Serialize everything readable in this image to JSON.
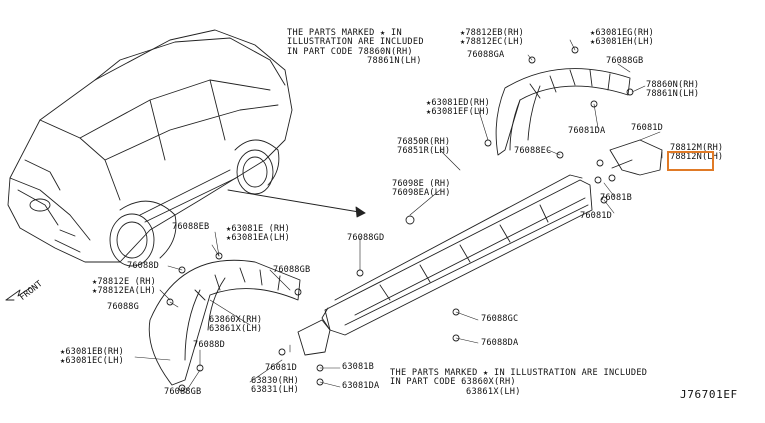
{
  "diagram": {
    "id_code": "J76701EF",
    "highlight_color": "#e07a26",
    "front_label": "FRONT",
    "notes": {
      "top": [
        "THE PARTS MARKED ★ IN",
        "ILLUSTRATION ARE INCLUDED",
        "IN PART CODE 78860N(RH)",
        "78861N(LH)"
      ],
      "bottom": [
        "THE PARTS MARKED ★ IN ILLUSTRATION ARE INCLUDED",
        "IN PART CODE 63860X(RH)",
        "63861X(LH)"
      ]
    },
    "labels": {
      "l78812EB": [
        "★78812EB(RH)",
        "★78812EC(LH)"
      ],
      "l63081EG": [
        "★63081EG(RH)",
        "★63081EH(LH)"
      ],
      "l76088GA": "76088GA",
      "l76088GB_top": "76088GB",
      "l78860N": [
        "78860N(RH)",
        "78861N(LH)"
      ],
      "l63081ED": [
        "★63081ED(RH)",
        "★63081EF(LH)"
      ],
      "l76081DA": "76081DA",
      "l76081D_top": "76081D",
      "l76850R": [
        "76850R(RH)",
        "76851R(LH)"
      ],
      "l76088EC": "76088EC",
      "l78812M": [
        "78812M(RH)",
        "78812N(LH)"
      ],
      "l76098E": [
        "76098E (RH)",
        "76098EA(LH)"
      ],
      "l76081B_right": "76081B",
      "l76081D_right": "76081D",
      "l76088EB": "76088EB",
      "l63081E": [
        "★63081E (RH)",
        "★63081EA(LH)"
      ],
      "l76088GD": "76088GD",
      "l76088D_left": "76088D",
      "l76088GB_mid": "76088GB",
      "l78812E": [
        "★78812E (RH)",
        "★78812EA(LH)"
      ],
      "l76088G": "76088G",
      "l63860X": [
        "63860X(RH)",
        "63861X(LH)"
      ],
      "l76088GC": "76088GC",
      "l76088DA": "76088DA",
      "l63081EB": [
        "★63081EB(RH)",
        "★63081EC(LH)"
      ],
      "l76088D_low": "76088D",
      "l76081D_low": "76081D",
      "l63830": [
        "63830(RH)",
        "63831(LH)"
      ],
      "l76088GB_low": "76088GB",
      "l63081B": "63081B",
      "l63081DA": "63081DA"
    }
  }
}
